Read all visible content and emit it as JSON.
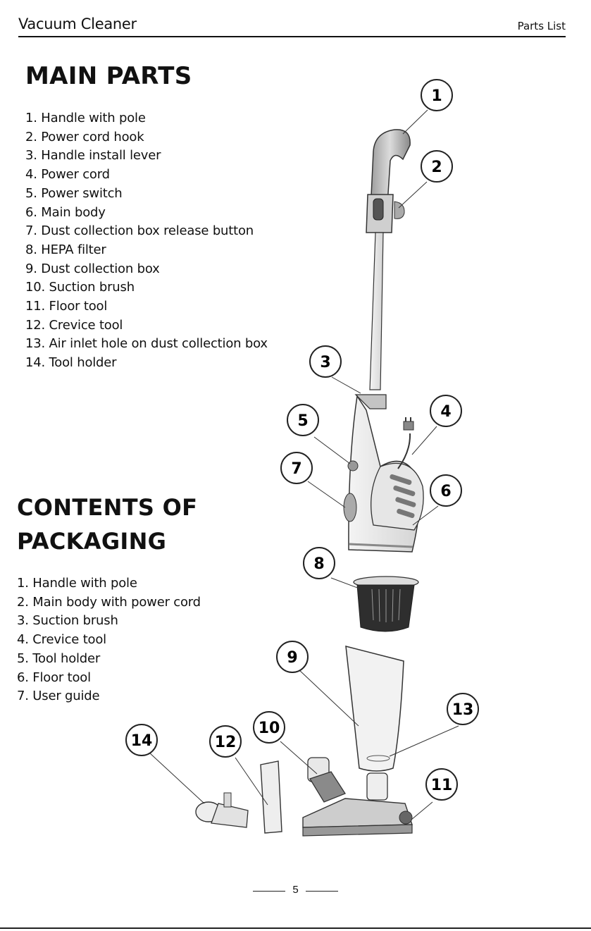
{
  "header": {
    "doc_title": "Vacuum Cleaner",
    "section_label": "Parts List"
  },
  "main_parts": {
    "heading": "MAIN PARTS",
    "items": [
      "1. Handle with pole",
      "2. Power cord hook",
      "3. Handle install lever",
      "4. Power cord",
      "5. Power switch",
      "6. Main body",
      "7. Dust collection box release button",
      "8. HEPA filter",
      "9. Dust collection box",
      "10. Suction brush",
      "11. Floor tool",
      "12. Crevice tool",
      "13. Air inlet hole on dust collection box",
      "14. Tool holder"
    ]
  },
  "contents": {
    "heading": "CONTENTS OF PACKAGING",
    "items": [
      "1. Handle with pole",
      "2. Main body with power cord",
      "3. Suction brush",
      "4. Crevice tool",
      "5. Tool holder",
      "6. Floor tool",
      "7. User guide"
    ]
  },
  "diagram": {
    "callouts": [
      "1",
      "2",
      "3",
      "4",
      "5",
      "6",
      "7",
      "8",
      "9",
      "10",
      "11",
      "12",
      "13",
      "14"
    ],
    "line_color": "#333333"
  },
  "footer": {
    "page_number": "5"
  }
}
